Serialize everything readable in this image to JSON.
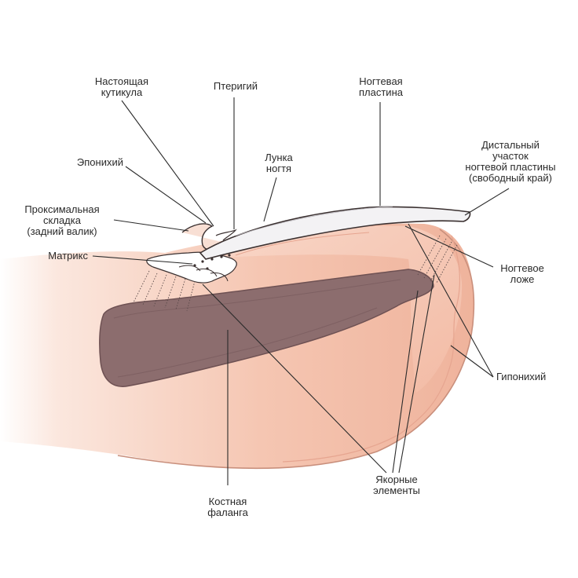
{
  "labels": {
    "true_cuticle": "Настоящая\nкутикула",
    "pterygium": "Птеригий",
    "nail_plate": "Ногтевая\nпластина",
    "distal_part": "Дистальный\nучасток\nногтевой пластины\n(свободный край)",
    "eponychium": "Эпонихий",
    "lunula": "Лунка\nногтя",
    "proximal_fold": "Проксимальная\nскладка\n(задний валик)",
    "matrix": "Матрикс",
    "nail_bed": "Ногтевое\nложе",
    "hyponychium": "Гипонихий",
    "anchor_elements": "Якорные\nэлементы",
    "bone_phalanx": "Костная\nфаланга"
  },
  "colors": {
    "skin_light": "#fbe7de",
    "skin_mid": "#f5c6b2",
    "skin_deep": "#efb39c",
    "bone": "#8c6d6e",
    "bone_edge": "#6e5153",
    "nail": "#f3f2f4",
    "outline": "#3a3030",
    "leader": "#2b2b2b"
  }
}
